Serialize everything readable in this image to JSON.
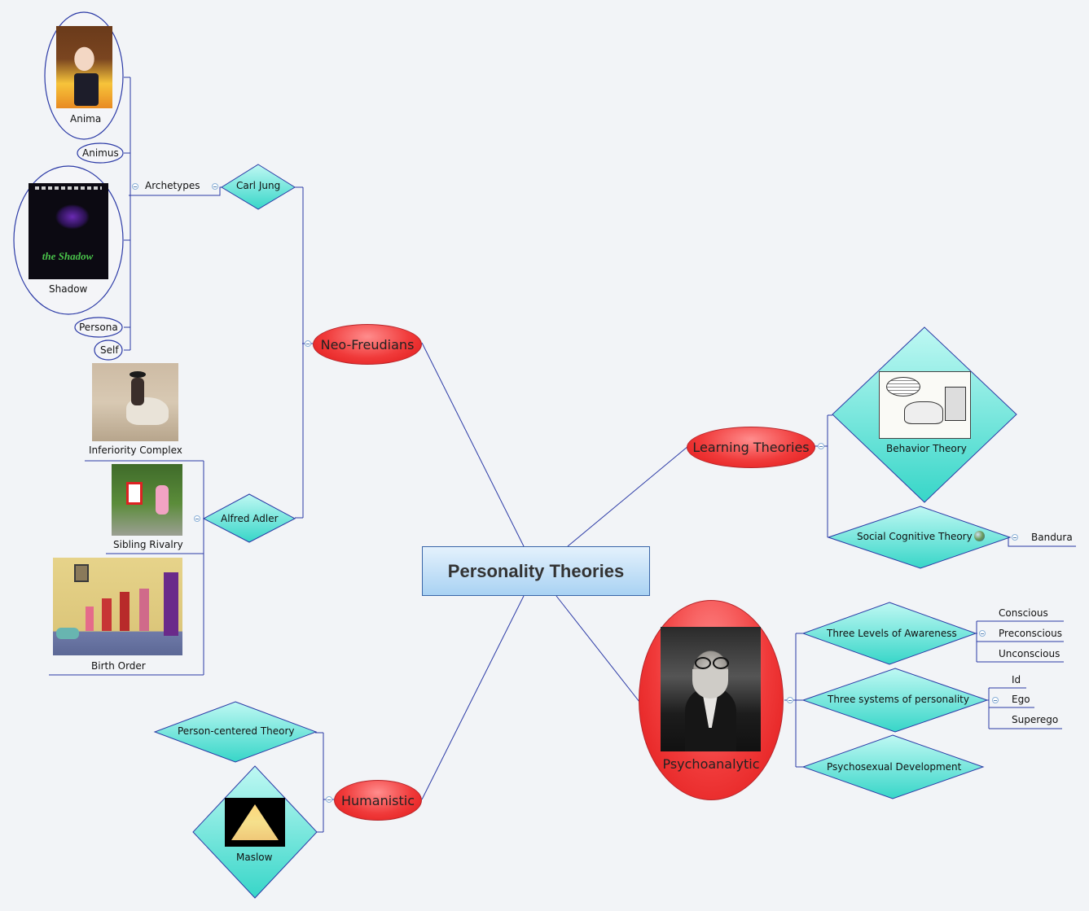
{
  "central": "Personality Theories",
  "neo_freudians": {
    "label": "Neo-Freudians",
    "carl_jung": {
      "label": "Carl Jung",
      "archetypes": {
        "label": "Archetypes",
        "anima": "Anima",
        "animus": "Animus",
        "shadow": "Shadow",
        "shadow_poster_title": "the Shadow",
        "persona": "Persona",
        "self": "Self"
      }
    },
    "alfred_adler": {
      "label": "Alfred Adler",
      "inferiority": "Inferiority Complex",
      "sibling": "Sibling Rivalry",
      "birth_order": "Birth Order"
    }
  },
  "humanistic": {
    "label": "Humanistic",
    "person_centered": "Person-centered Theory",
    "maslow": "Maslow"
  },
  "learning": {
    "label": "Learning Theories",
    "behavior": "Behavior Theory",
    "social_cognitive": "Social Cognitive Theory",
    "bandura": "Bandura"
  },
  "psychoanalytic": {
    "label": "Psychoanalytic",
    "awareness": {
      "label": "Three Levels of Awareness",
      "items": [
        "Conscious",
        "Preconscious",
        "Unconscious"
      ]
    },
    "systems": {
      "label": "Three systems of personality",
      "items": [
        "Id",
        "Ego",
        "Superego"
      ]
    },
    "psychosexual": "Psychosexual Development"
  },
  "colors": {
    "line": "#2b3aa6",
    "main_topic_red": "#f03a3a",
    "diamond_cyan": "#5fe3d7",
    "root_blue": "#a9d2f3",
    "background": "#f2f4f7"
  },
  "icons": [
    "collapse-toggle-icon",
    "globe-icon"
  ]
}
